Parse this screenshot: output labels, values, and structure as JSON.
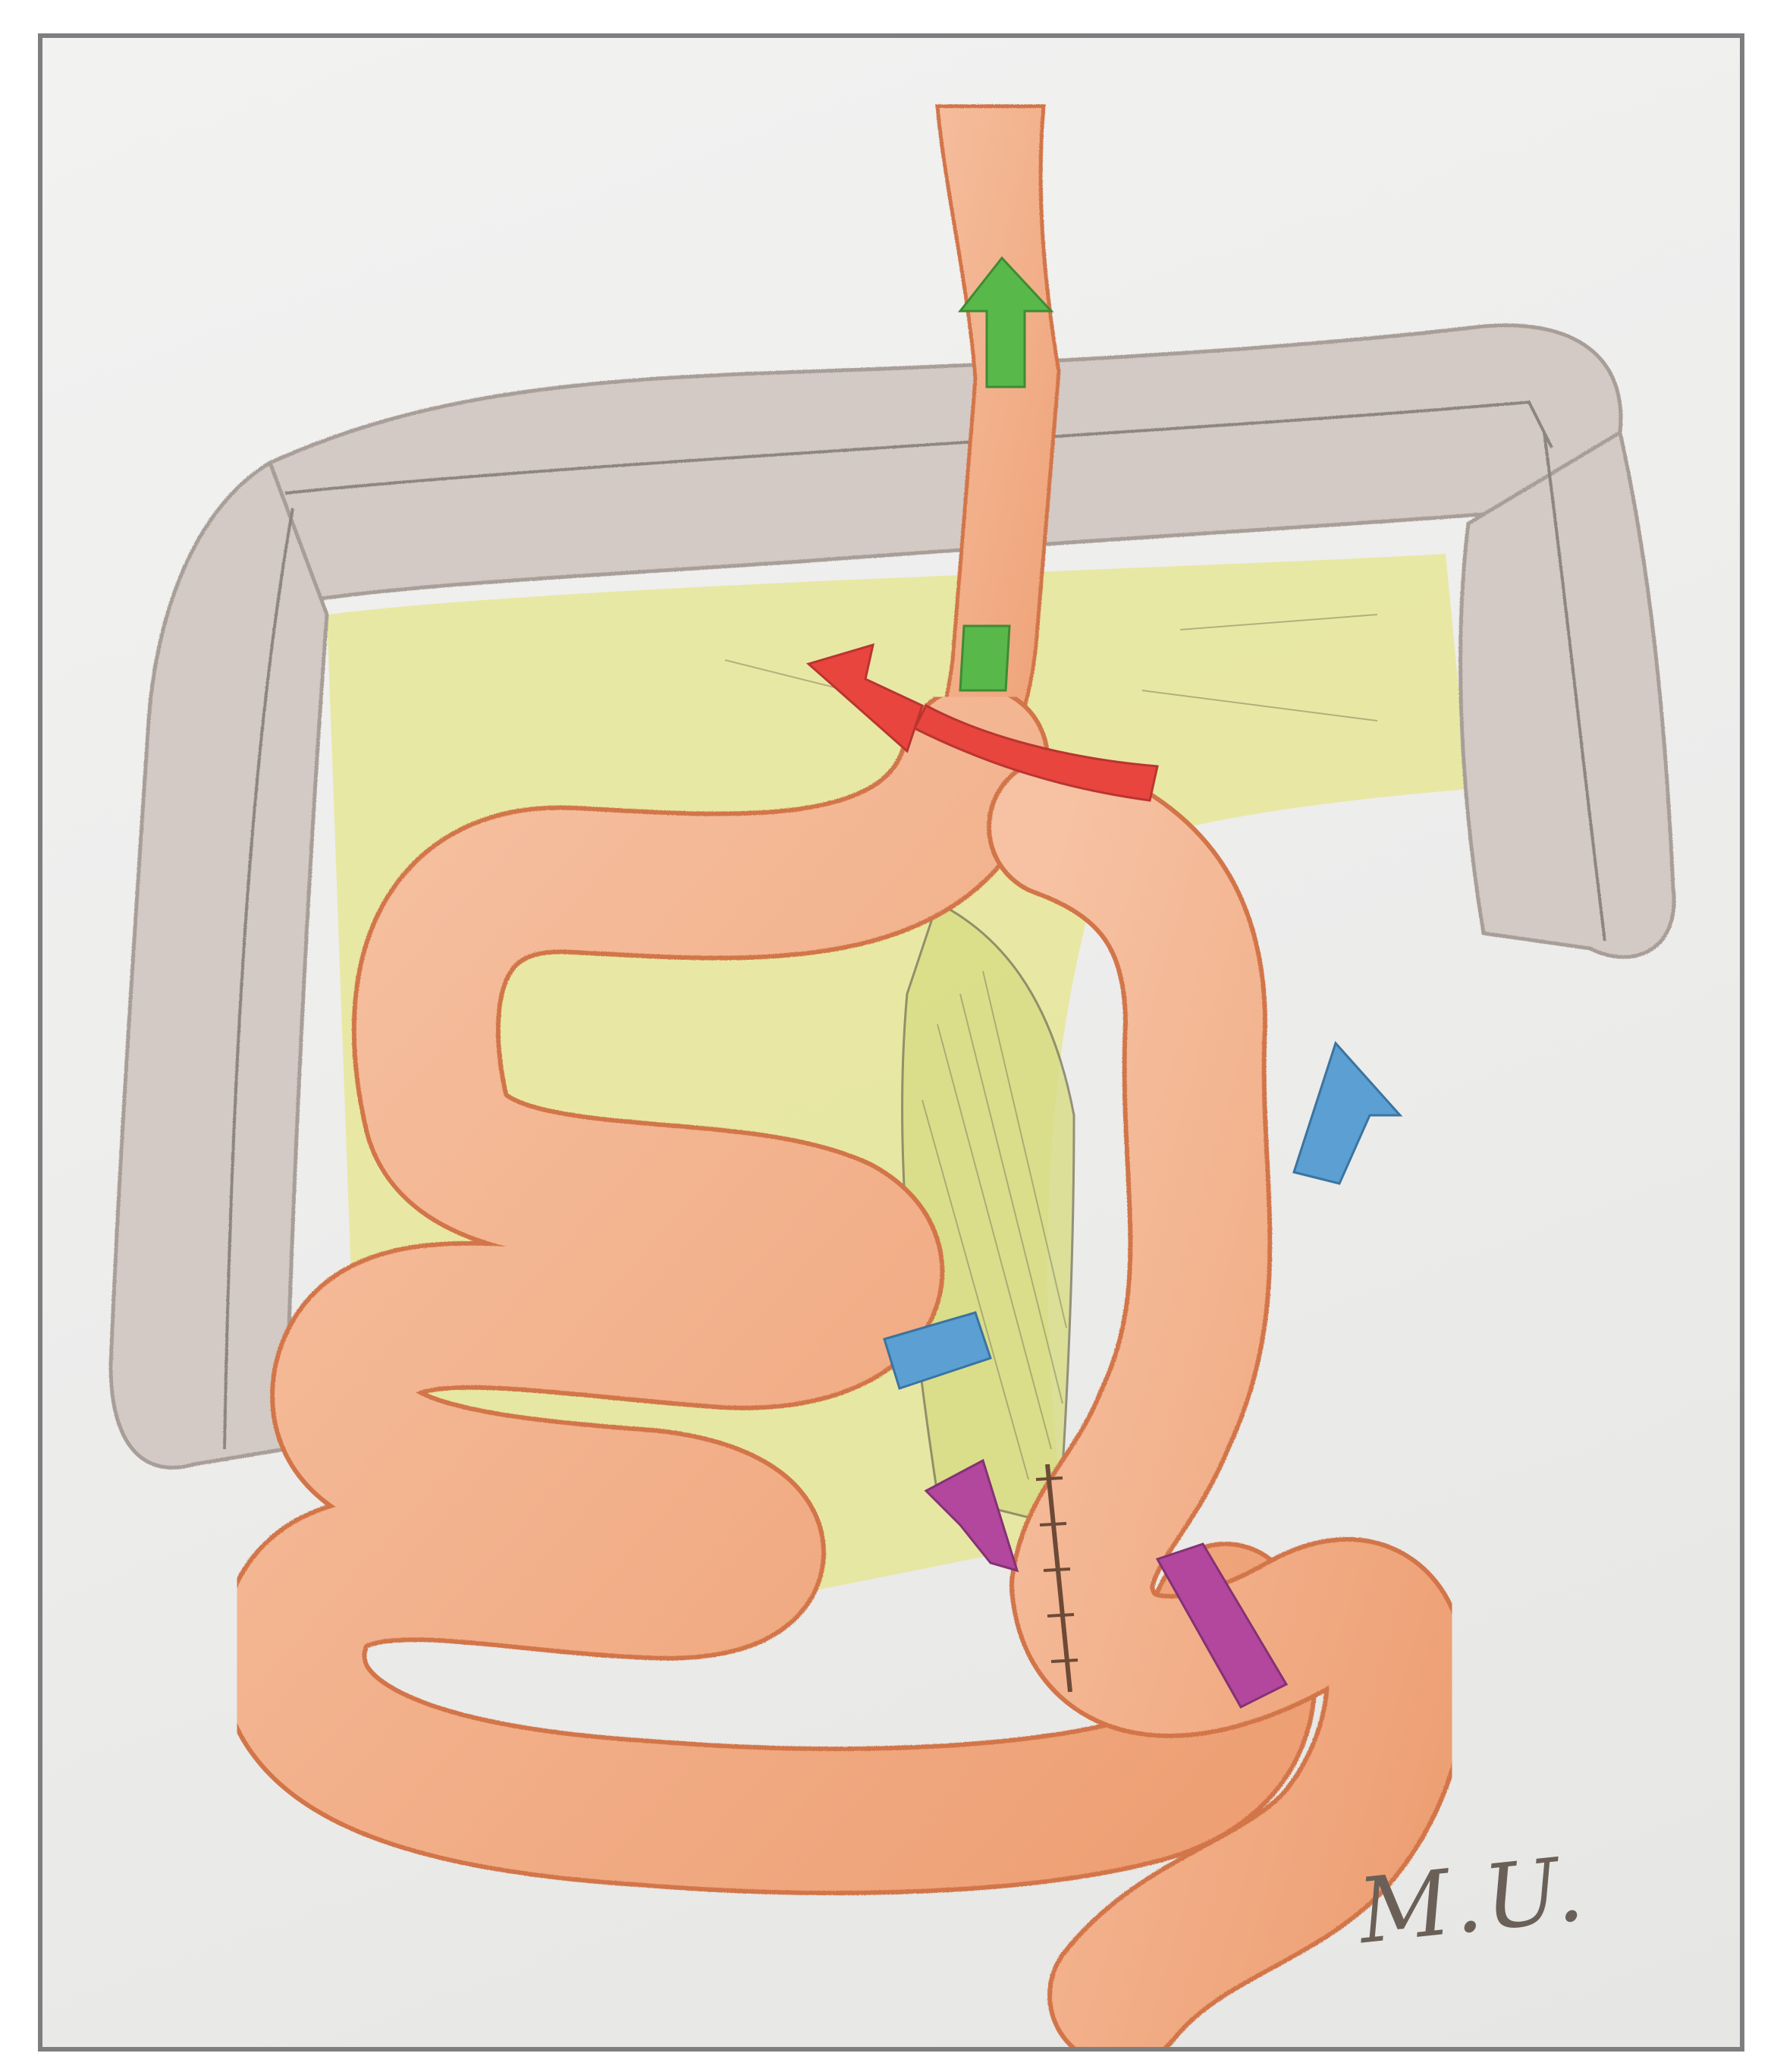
{
  "signature": "M.U.",
  "colors": {
    "background": "#ffffff",
    "frame_border": "#7e7e80",
    "paper": "#ececeb",
    "colon_fill": "#d4cac5",
    "colon_outline": "#a89e98",
    "mesentery": "#e6e68c",
    "bowel_fill": "#f2b18d",
    "bowel_outline": "#d27548",
    "arrow_green": "#58b84a",
    "arrow_red": "#e8453e",
    "arrow_blue": "#5c9fd2",
    "arrow_magenta": "#b3469d"
  },
  "illustration": {
    "structures": [
      {
        "name": "esophagus"
      },
      {
        "name": "transverse-colon"
      },
      {
        "name": "ascending-colon"
      },
      {
        "name": "descending-colon"
      },
      {
        "name": "mesocolon"
      },
      {
        "name": "small-bowel-loops"
      },
      {
        "name": "mesentery"
      },
      {
        "name": "staple-line"
      }
    ],
    "arrows": [
      {
        "name": "green-arrow-upper",
        "color": "arrow_green"
      },
      {
        "name": "green-arrow-lower",
        "color": "arrow_green"
      },
      {
        "name": "red-arrow",
        "color": "arrow_red"
      },
      {
        "name": "blue-arrow",
        "color": "arrow_blue"
      },
      {
        "name": "magenta-arrow",
        "color": "arrow_magenta"
      }
    ]
  }
}
